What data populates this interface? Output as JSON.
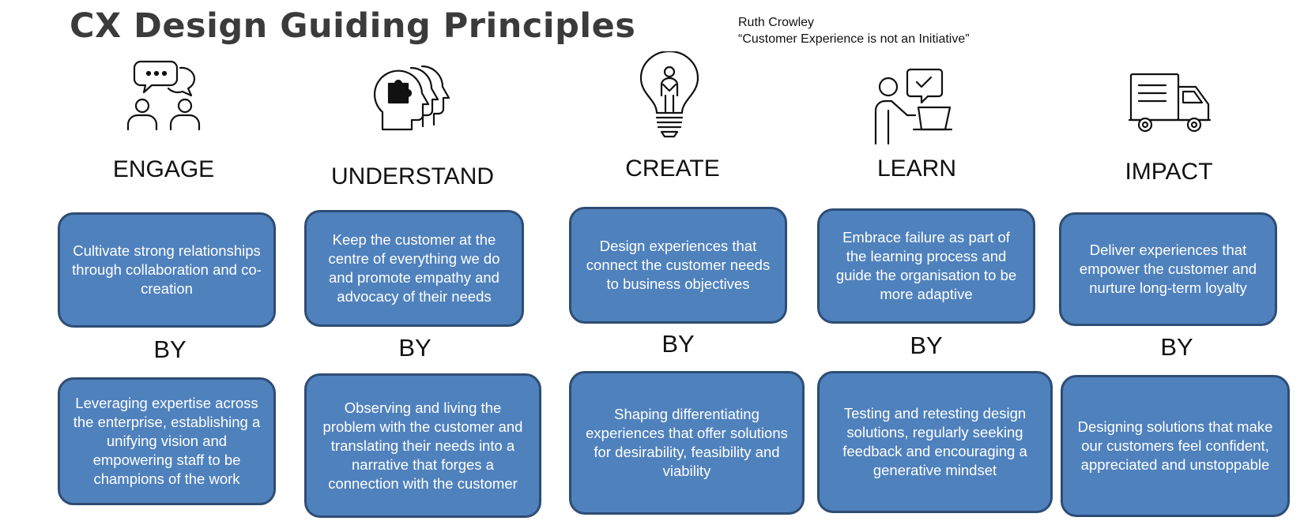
{
  "title": "CX Design Guiding Principles",
  "attribution": {
    "author": "Ruth Crowley",
    "quote": "“Customer Experience is not an Initiative”"
  },
  "connector": "BY",
  "principles": [
    {
      "heading": "ENGAGE",
      "icon": "conversation-people-icon",
      "goal": "Cultivate strong relationships through collaboration and co-creation",
      "method": "Leveraging expertise across the enterprise, establishing a unifying vision and empowering staff to be champions of the work"
    },
    {
      "heading": "UNDERSTAND",
      "icon": "heads-puzzle-icon",
      "goal": "Keep the customer at the centre of everything we do and promote empathy and advocacy of their needs",
      "method": "Observing and living the problem with the customer and translating their needs into a narrative that forges a connection with the customer"
    },
    {
      "heading": "CREATE",
      "icon": "lightbulb-person-icon",
      "goal": "Design experiences that connect the customer needs to business objectives",
      "method": "Shaping differentiating experiences that offer solutions for desirability, feasibility and viability"
    },
    {
      "heading": "LEARN",
      "icon": "person-laptop-check-icon",
      "goal": "Embrace failure as part of the learning process and guide the organisation to be more adaptive",
      "method": "Testing and retesting design solutions, regularly seeking feedback and encouraging a generative mindset"
    },
    {
      "heading": "IMPACT",
      "icon": "delivery-truck-icon",
      "goal": "Deliver experiences that empower the customer and nurture long-term loyalty",
      "method": "Designing solutions that make our customers feel confident, appreciated and unstoppable"
    }
  ]
}
